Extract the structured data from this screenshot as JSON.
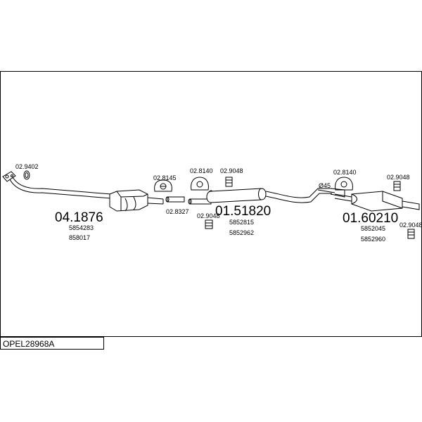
{
  "reference": "OPEL28968A",
  "parts": {
    "front_pipe": {
      "code": "04.1876",
      "oem": [
        "5854283",
        "858017"
      ]
    },
    "middle_silencer": {
      "code": "01.51820",
      "oem": [
        "5852815",
        "5852962"
      ]
    },
    "rear_silencer": {
      "code": "01.60210",
      "oem": [
        "5852045",
        "5852960"
      ]
    }
  },
  "fittings": {
    "gasket_front": "02.9402",
    "hanger_a": "02.8145",
    "clamp_a": "02.8327",
    "hanger_b": "02.8140",
    "bolt_mid": "02.9048",
    "rubber_mid": "02.9048",
    "hanger_c": "02.8140",
    "bolt_rear_top": "02.9048",
    "bolt_rear": "02.9048",
    "pipe_diameter": "Ø45"
  }
}
